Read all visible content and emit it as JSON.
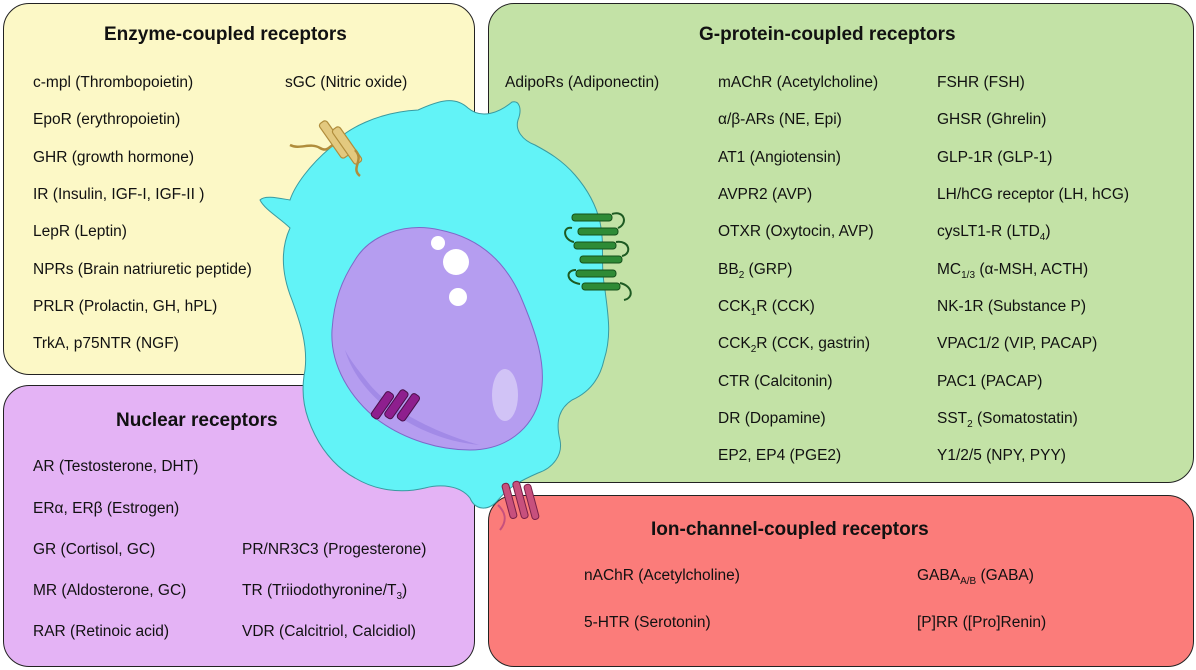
{
  "enzyme": {
    "title": "Enzyme-coupled receptors",
    "col1": [
      "c-mpl (Thrombopoietin)",
      "EpoR (erythropoietin)",
      "GHR (growth hormone)",
      "IR (Insulin, IGF-I, IGF-II )",
      "LepR (Leptin)",
      "NPRs (Brain natriuretic peptide)",
      "PRLR (Prolactin, GH, hPL)",
      "TrkA, p75NTR (NGF)"
    ],
    "col2": [
      "sGC (Nitric oxide)"
    ]
  },
  "gpcr": {
    "title": "G-protein-coupled receptors",
    "col1": [
      "AdipoRs (Adiponectin)"
    ],
    "col2": [
      "mAChR (Acetylcholine)",
      "α/β-ARs (NE, Epi)",
      "AT1 (Angiotensin)",
      "AVPR2 (AVP)",
      "OTXR (Oxytocin, AVP)",
      {
        "pre": "BB",
        "sub": "2",
        "post": " (GRP)"
      },
      {
        "pre": "CCK",
        "sub": "1",
        "post": "R (CCK)"
      },
      {
        "pre": "CCK",
        "sub": "2",
        "post": "R (CCK, gastrin)"
      },
      "CTR (Calcitonin)",
      "DR (Dopamine)",
      "EP2, EP4 (PGE2)"
    ],
    "col3": [
      "FSHR (FSH)",
      "GHSR (Ghrelin)",
      "GLP-1R (GLP-1)",
      "LH/hCG receptor (LH, hCG)",
      {
        "pre": "cysLT1-R (LTD",
        "sub": "4",
        "post": ")"
      },
      {
        "pre": "MC",
        "sub": "1/3",
        "post": " (α-MSH, ACTH)"
      },
      "NK-1R (Substance P)",
      "VPAC1/2 (VIP, PACAP)",
      "PAC1 (PACAP)",
      {
        "pre": "SST",
        "sub": "2",
        "post": " (Somatostatin)"
      },
      "Y1/2/5 (NPY, PYY)"
    ]
  },
  "nuclear": {
    "title": "Nuclear receptors",
    "col1": [
      "AR (Testosterone, DHT)",
      "ERα, ERβ (Estrogen)",
      "GR (Cortisol, GC)",
      "MR (Aldosterone, GC)",
      "RAR (Retinoic acid)"
    ],
    "col2": [
      "PR/NR3C3 (Progesterone)",
      {
        "pre": "TR (Triiodothyronine/T",
        "sub": "3",
        "post": ")"
      },
      "VDR (Calcitriol, Calcidiol)"
    ]
  },
  "ion": {
    "title": "Ion-channel-coupled receptors",
    "col1": [
      "nAChR (Acetylcholine)",
      "5-HTR (Serotonin)"
    ],
    "col2": [
      {
        "pre": "GABA",
        "sub": "A/B",
        "post": " (GABA)"
      },
      "[P]RR ([Pro]Renin)"
    ]
  },
  "colors": {
    "enzyme_bg": "#fcf8c6",
    "gpcr_bg": "#c3e2a6",
    "nuclear_bg": "#e4b3f5",
    "ion_bg": "#fb7c7a",
    "cell_cytoplasm": "#62f3f7",
    "nucleus": "#b59df0",
    "enzyme_receptor": "#d9be77",
    "gpcr_receptor": "#2e7d32",
    "nuclear_receptor": "#8e1f8e",
    "ion_receptor": "#c7507d"
  }
}
